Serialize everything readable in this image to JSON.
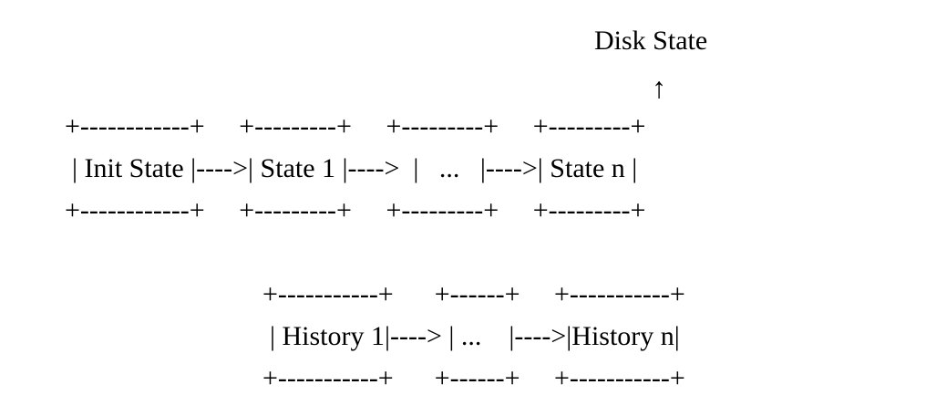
{
  "diagram": {
    "top_label": "Disk State",
    "up_arrow": "↑",
    "state_chain": {
      "border_top": "+------------+     +---------+     +---------+     +---------+",
      "content": "| Init State |---->| State 1 |---->  |   ...   |---->| State n |",
      "border_bottom": "+------------+     +---------+     +---------+     +---------+",
      "nodes": [
        "Init State",
        "State 1",
        "...",
        "State n"
      ]
    },
    "history_chain": {
      "border_top": "+-----------+      +------+     +-----------+",
      "content": "| History 1|----> | ...    |---->|History n|",
      "border_bottom": "+-----------+      +------+     +-----------+",
      "nodes": [
        "History 1",
        "...",
        "History n"
      ]
    }
  }
}
